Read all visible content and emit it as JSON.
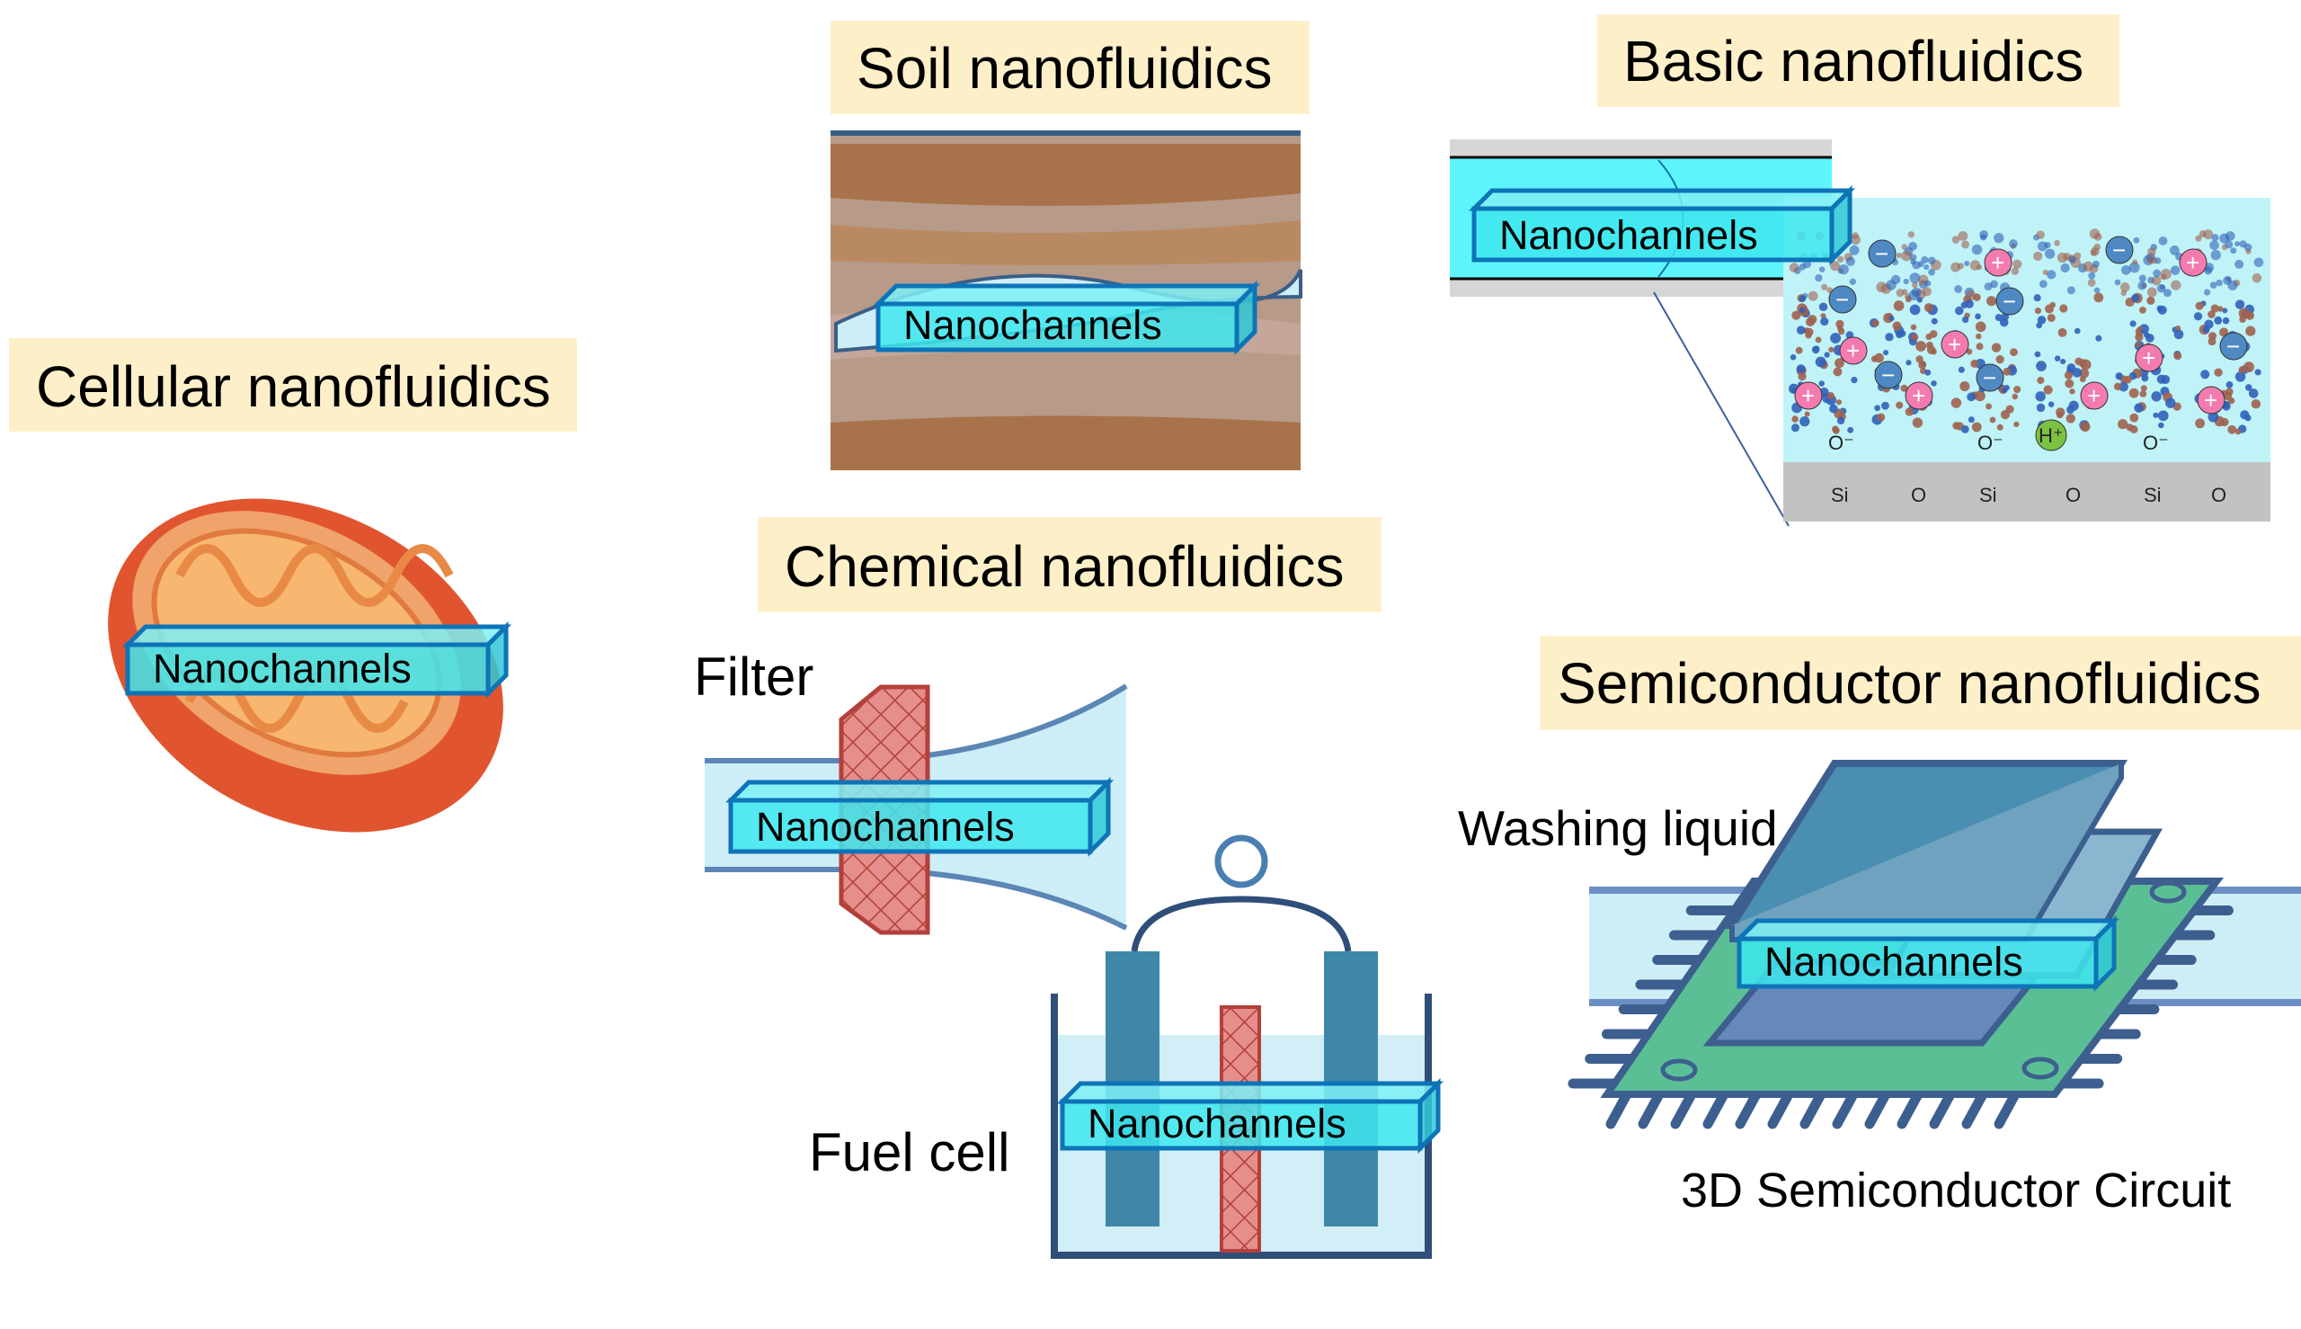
{
  "panels": {
    "cellular": {
      "title": "Cellular nanofluidics"
    },
    "soil": {
      "title": "Soil nanofluidics"
    },
    "basic": {
      "title": "Basic nanofluidics"
    },
    "chemical": {
      "title": "Chemical nanofluidics",
      "filter_label": "Filter",
      "fuel_cell_label": "Fuel cell"
    },
    "semiconductor": {
      "title": "Semiconductor nanofluidics",
      "washing_label": "Washing liquid",
      "circuit_label": "3D Semiconductor Circuit"
    }
  },
  "nanochannel_label": "Nanochannels",
  "surface_chem": {
    "si": "Si",
    "o": "O",
    "o_minus": "O⁻",
    "proton": "H⁺",
    "plus": "+",
    "minus": "−"
  },
  "colors": {
    "label_bg": "#fdf0c9",
    "nanochannel_fill": "#3ee6ee",
    "nanochannel_stroke": "#0e74b8",
    "water": "#cdeef6",
    "mesh": "#e07b79",
    "electrode": "#3f87a8",
    "board": "#5bbf95",
    "chip": "#4a8fb1"
  }
}
